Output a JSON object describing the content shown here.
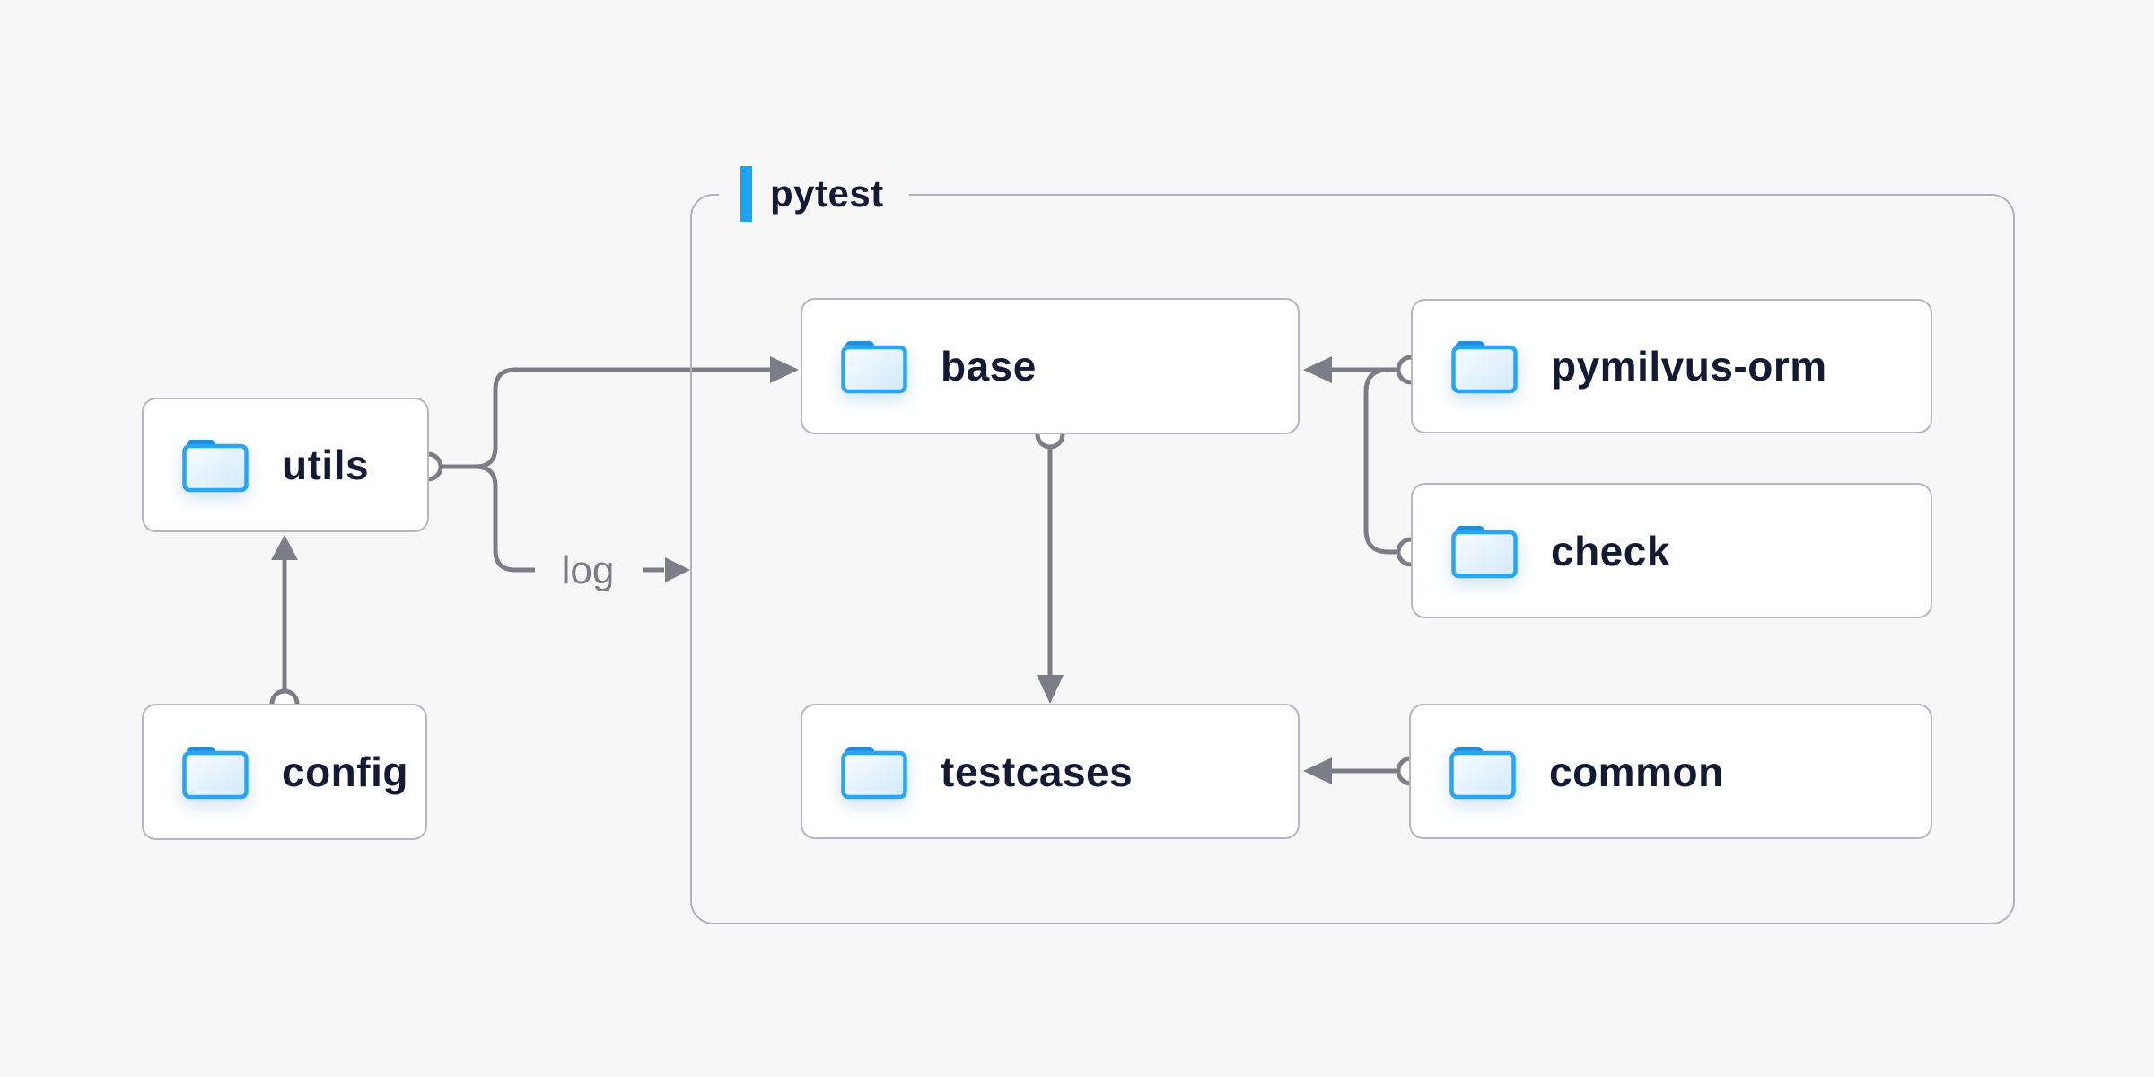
{
  "container": {
    "label": "pytest",
    "accent_color": "#19a3f2"
  },
  "nodes": {
    "utils": {
      "label": "utils",
      "icon": "folder-icon"
    },
    "config": {
      "label": "config",
      "icon": "folder-icon"
    },
    "base": {
      "label": "base",
      "icon": "folder-icon"
    },
    "testcases": {
      "label": "testcases",
      "icon": "folder-icon"
    },
    "pymilvus_orm": {
      "label": "pymilvus-orm",
      "icon": "folder-icon"
    },
    "check": {
      "label": "check",
      "icon": "folder-icon"
    },
    "common": {
      "label": "common",
      "icon": "folder-icon"
    }
  },
  "edges": [
    {
      "from": "config",
      "to": "utils",
      "type": "arrow"
    },
    {
      "from": "utils",
      "to": "base",
      "type": "arrow"
    },
    {
      "from": "utils",
      "to": "pytest-container",
      "type": "arrow",
      "label": "log"
    },
    {
      "from": "pymilvus_orm",
      "to": "base",
      "type": "arrow"
    },
    {
      "from": "check",
      "to": "base",
      "type": "arrow"
    },
    {
      "from": "base",
      "to": "testcases",
      "type": "arrow"
    },
    {
      "from": "common",
      "to": "testcases",
      "type": "arrow"
    }
  ],
  "colors": {
    "background": "#f7f7f8",
    "node_fill": "#ffffff",
    "node_border": "#b6b6c1",
    "group_border": "#b2b2bd",
    "connector": "#7d7d88",
    "text": "#131a33",
    "accent_blue": "#19a3f2",
    "folder_stroke": "#2aa5f2",
    "folder_tab": "#1f8fdd"
  }
}
